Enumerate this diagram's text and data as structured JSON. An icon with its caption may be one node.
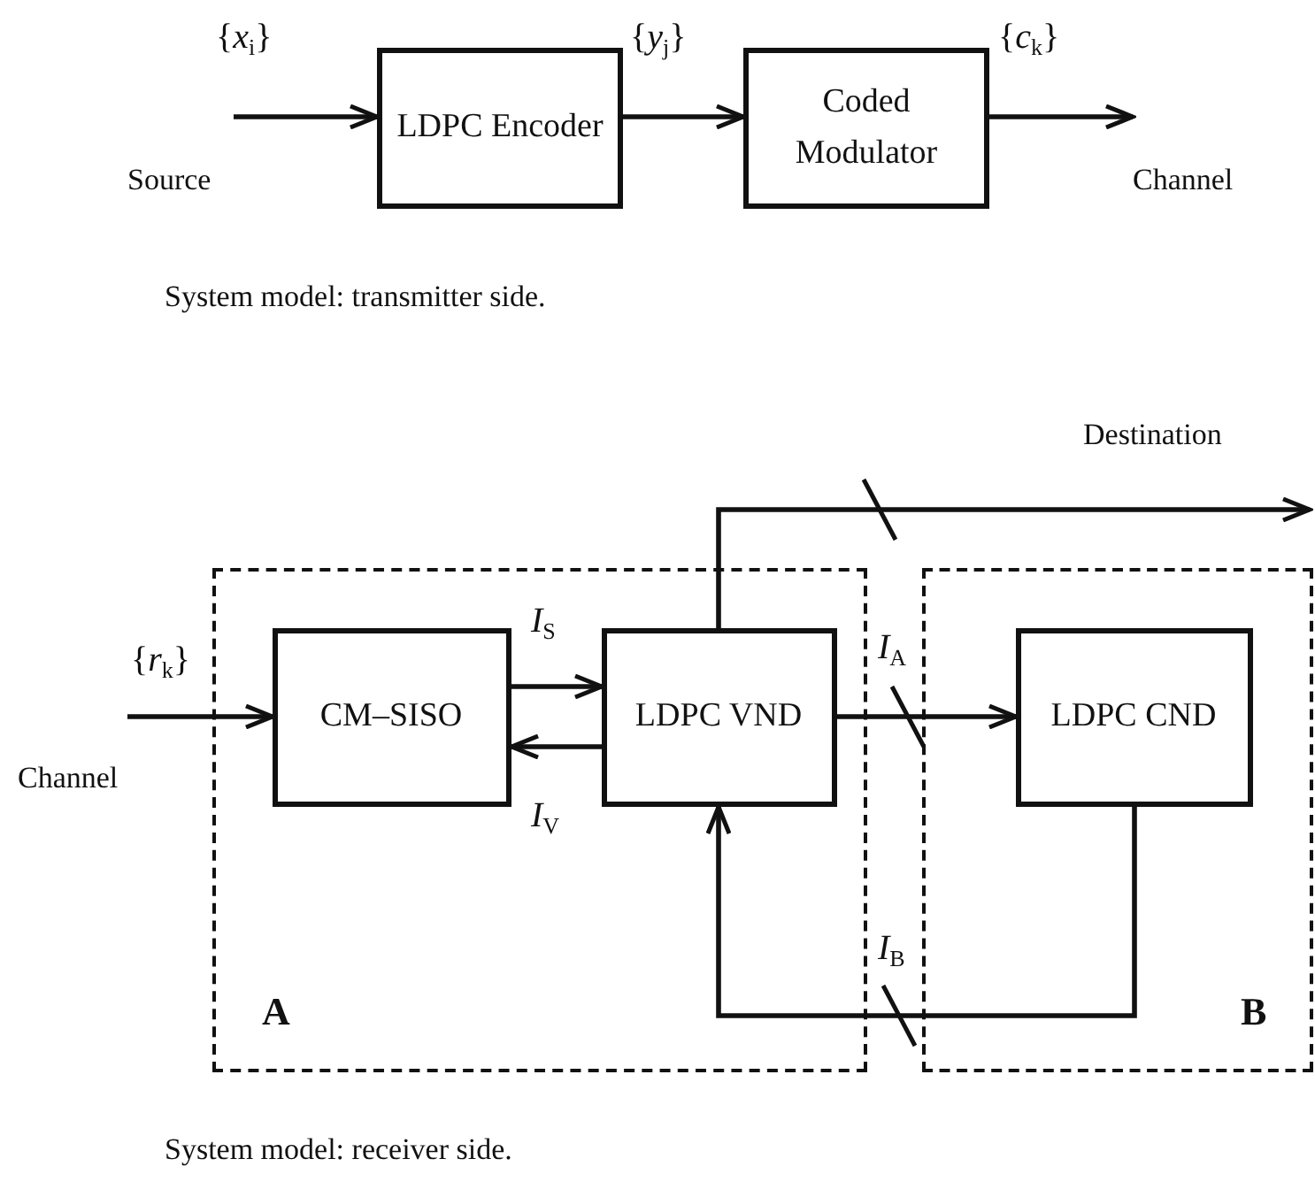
{
  "diagram": {
    "nodes": [
      {
        "text": [
          "Source"
        ]
      },
      {
        "text": [
          "LDPC Encoder"
        ]
      },
      {
        "text": [
          "Coded Modulator"
        ]
      },
      {
        "text": [
          "Channel"
        ]
      },
      {
        "text": [
          "A"
        ]
      },
      {
        "text": [
          "B"
        ]
      },
      {
        "text": [
          "CM–SISO"
        ],
        "in": 4
      },
      {
        "text": [
          "LDPC VND"
        ],
        "in": 4
      },
      {
        "text": [
          "LDPC CND"
        ],
        "in": 5
      },
      {
        "text": [
          "Channel"
        ]
      },
      {
        "text": [
          "Destination"
        ]
      }
    ],
    "edges": [
      {
        "from": 0,
        "to": 1,
        "arrow": "to",
        "label": "{*x*$_{i}$}"
      },
      {
        "from": 1,
        "to": 2,
        "arrow": "to",
        "label": "{*y*$_{j}$}"
      },
      {
        "from": 2,
        "to": 3,
        "arrow": "to",
        "label": "{*c*$_{k}$}"
      },
      {
        "from": 9,
        "to": 6,
        "arrow": "to",
        "label": "{*r*$_{k}$}"
      },
      {
        "from": 6,
        "to": 7,
        "arrow": "to",
        "label": "*I*$_{S}$"
      },
      {
        "from": 7,
        "to": 6,
        "arrow": "to",
        "label": "*I*$_{V}$"
      },
      {
        "from": 7,
        "to": 8,
        "arrow": "to",
        "label": "*I*$_{A}$"
      },
      {
        "from": 8,
        "to": 7,
        "arrow": "to",
        "label": "*I*$_{B}$"
      },
      {
        "from": 7,
        "to": 10,
        "arrow": "to"
      }
    ],
    "labels": [
      "System model: transmitter side.",
      "System model: receiver side."
    ]
  }
}
